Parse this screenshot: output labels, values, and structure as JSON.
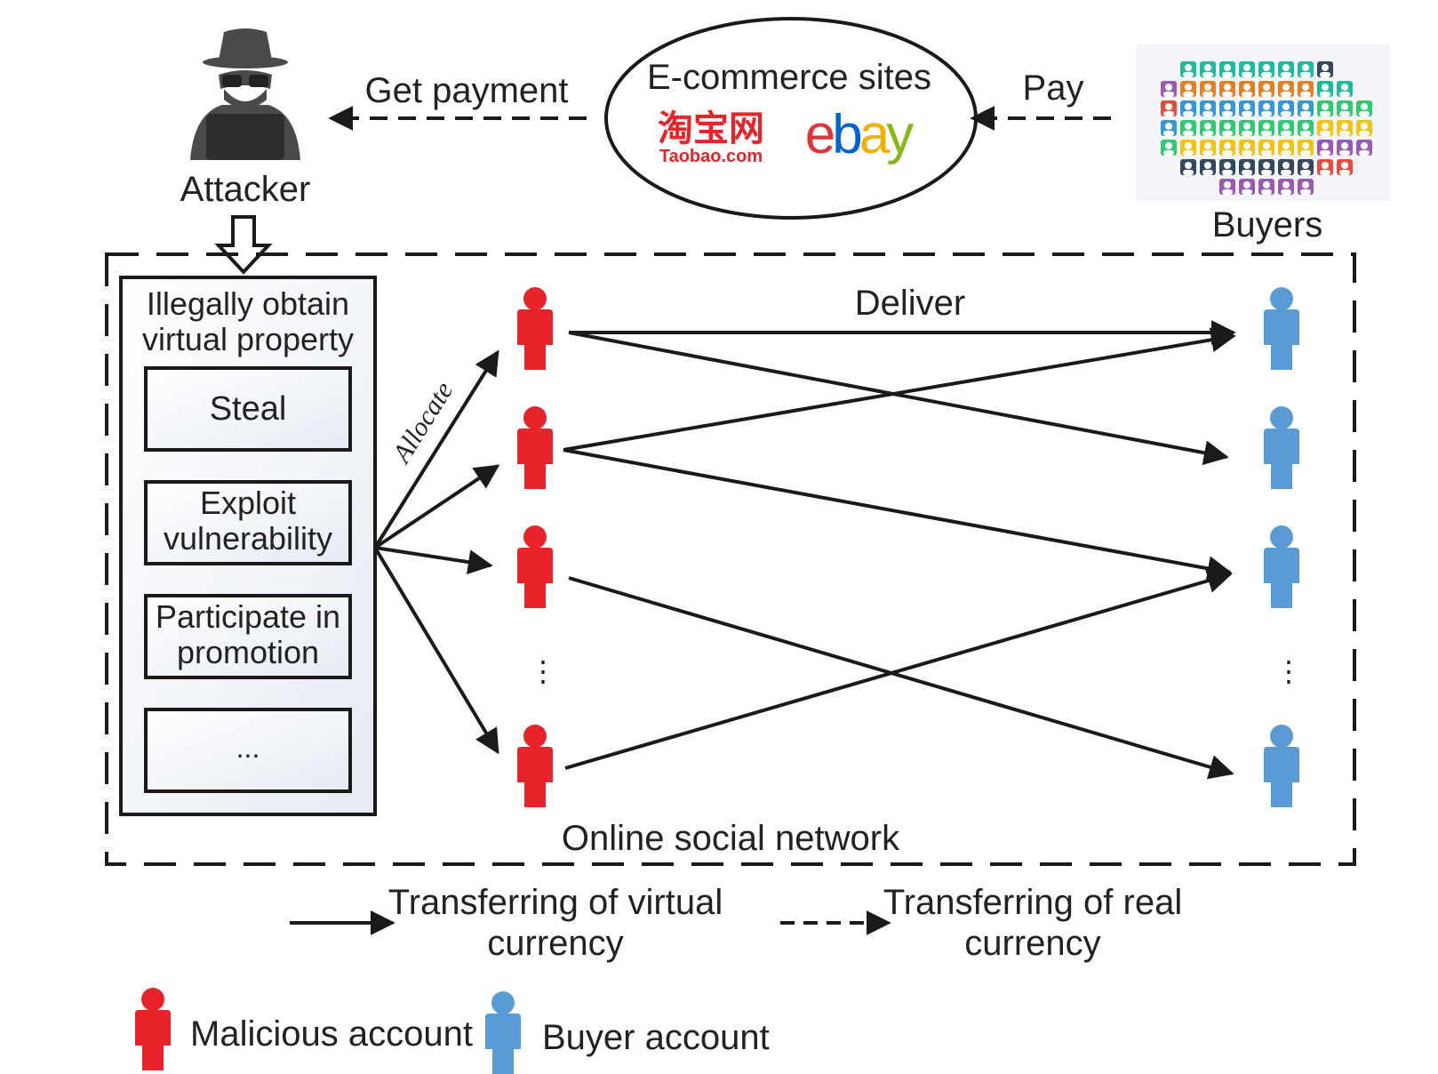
{
  "top": {
    "attacker_label": "Attacker",
    "get_payment_label": "Get payment",
    "ecommerce_title": "E-commerce sites",
    "taobao_chinese": "淘宝网",
    "taobao_label": "Taobao.com",
    "ebay_letters": [
      "e",
      "b",
      "a",
      "y"
    ],
    "ebay_colors": [
      "#e53238",
      "#0064d2",
      "#f5af02",
      "#86b817"
    ],
    "pay_label": "Pay",
    "buyers_label": "Buyers",
    "buyer_crowd_colors": [
      "#e74c3c",
      "#3498db",
      "#2ecc71",
      "#f1c40f",
      "#9b59b6",
      "#e67e22",
      "#1abc9c",
      "#34495e"
    ]
  },
  "left_panel": {
    "title_line1": "Illegally obtain",
    "title_line2": "virtual property",
    "methods": [
      {
        "line1": "Steal",
        "line2": ""
      },
      {
        "line1": "Exploit",
        "line2": "vulnerability"
      },
      {
        "line1": "Participate in",
        "line2": "promotion"
      },
      {
        "line1": "...",
        "line2": ""
      }
    ]
  },
  "network": {
    "allocate_label": "Allocate",
    "deliver_label": "Deliver",
    "ellipsis": "⋮",
    "network_label": "Online social network"
  },
  "legend": {
    "virtual_line1": "Transferring of virtual",
    "virtual_line2": "currency",
    "real_line1": "Transferring of real",
    "real_line2": "currency",
    "malicious_label": "Malicious account",
    "buyer_label": "Buyer account"
  },
  "colors": {
    "malicious": "#e8232a",
    "buyer": "#5b9bd5",
    "line": "#1a1a1a"
  }
}
